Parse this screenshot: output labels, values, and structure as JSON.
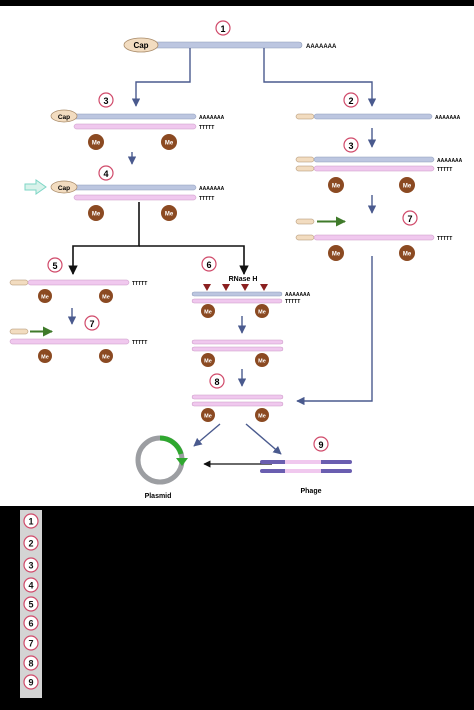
{
  "labels": {
    "cap": "Cap",
    "poly_a": "AAAAAAA",
    "poly_t": "TTTTT",
    "methyl": "Me",
    "rnase_h": "RNase H",
    "plasmid": "Plasmid",
    "phage": "Phage"
  },
  "steps": [
    "1",
    "2",
    "3",
    "3",
    "4",
    "5",
    "6",
    "7",
    "7",
    "8",
    "9"
  ],
  "legend": {
    "numbers": [
      "1",
      "2",
      "3",
      "4",
      "5",
      "6",
      "7",
      "8",
      "9"
    ],
    "descriptions": [
      "",
      "",
      "",
      "",
      "",
      "",
      "",
      "",
      ""
    ]
  },
  "colors": {
    "mrna_strand": "#bcc6e0",
    "cdna_strand": "#f0c8ee",
    "cap_fill": "#f2dcc0",
    "methyl_fill": "#8b4a22",
    "step_circle": "#d04a6a",
    "arrow_line": "#4a5a8e",
    "plasmid_ring": "#9c9ea2",
    "plasmid_insert": "#2fa82f",
    "primer_arrow": "#3f7a2a",
    "phage_dna": "#6a5eb0",
    "rnase_marker": "#8b2020",
    "entry_arrow": "#7ed6c6"
  }
}
